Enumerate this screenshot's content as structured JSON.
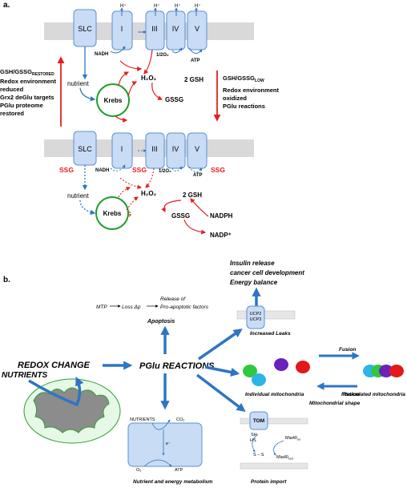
{
  "panel_a": {
    "label": "a.",
    "top": {
      "slc": "SLC",
      "c1": "I",
      "c3": "III",
      "c4": "IV",
      "c5": "V",
      "h1": "H⁺",
      "h2": "H⁺",
      "h3": "H⁺",
      "h4": "H⁺",
      "nadh": "NADH",
      "o2": "1/2O₂",
      "atp": "ATP",
      "nutrient": "nutrient",
      "krebs": "Krebs",
      "h2o2": "H₂O₂",
      "gsh": "2 GSH",
      "gssg": "GSSG"
    },
    "left_text": {
      "l1": "GSH/GSSG",
      "l1sub": "RESTORED",
      "l2": "Redox environment",
      "l3": "reduced",
      "l4": "Grx2 deGlu targets",
      "l5": "PGlu proteome",
      "l6": "restored"
    },
    "right_text": {
      "r1": "GSH/GSSG",
      "r1sub": "LOW",
      "r2": "Redox environment",
      "r3": "oxidized",
      "r4": "PGlu reactions"
    },
    "bottom": {
      "slc": "SLC",
      "c1": "I",
      "c3": "III",
      "c4": "IV",
      "c5": "V",
      "ssg": "SSG",
      "nadh": "NADH",
      "o2": "1/2O₂",
      "atp": "ATP",
      "nutrient": "nutrient",
      "krebs": "Krebs",
      "h2o2": "H₂O₂",
      "gsh": "2 GSH",
      "gssg": "GSSG",
      "nadph": "NADPH",
      "nadp": "NADP⁺"
    }
  },
  "panel_b": {
    "label": "b.",
    "insulin": "Insulin release",
    "cancer": "cancer cell development",
    "energy": "Energy balance",
    "mtp": "MTP",
    "loss": "Loss Δp",
    "release1": "Release of",
    "release2": "Pro-apoptotic factors",
    "apoptosis": "Apoptosis",
    "ucp2": "UCP2",
    "ucp3": "UCP3",
    "leaks": "Increased Leaks",
    "redox": "REDOX CHANGE",
    "pglu": "PGlu REACTIONS",
    "nutrients": "NUTRIENTS",
    "fusion": "Fusion",
    "fission": "Fission",
    "individual": "Individual mitochondria",
    "shape": "Mitochondrial shape",
    "reticulated": "Reticulated mitochondria",
    "nut_small": "NUTRIENTS",
    "co2": "CO₂",
    "electron": "e⁻",
    "o2": "O₂",
    "atp": "ATP",
    "metabolism": "Nutrient and energy metabolism",
    "tom": "TOM",
    "sh": "SH",
    "hs": "HS",
    "mia_ox": "Mia40",
    "mia_ox_sub": "ox",
    "mia_red": "Mia40",
    "mia_red_sub": "red",
    "ss": "S – S",
    "import": "Protein import"
  }
}
